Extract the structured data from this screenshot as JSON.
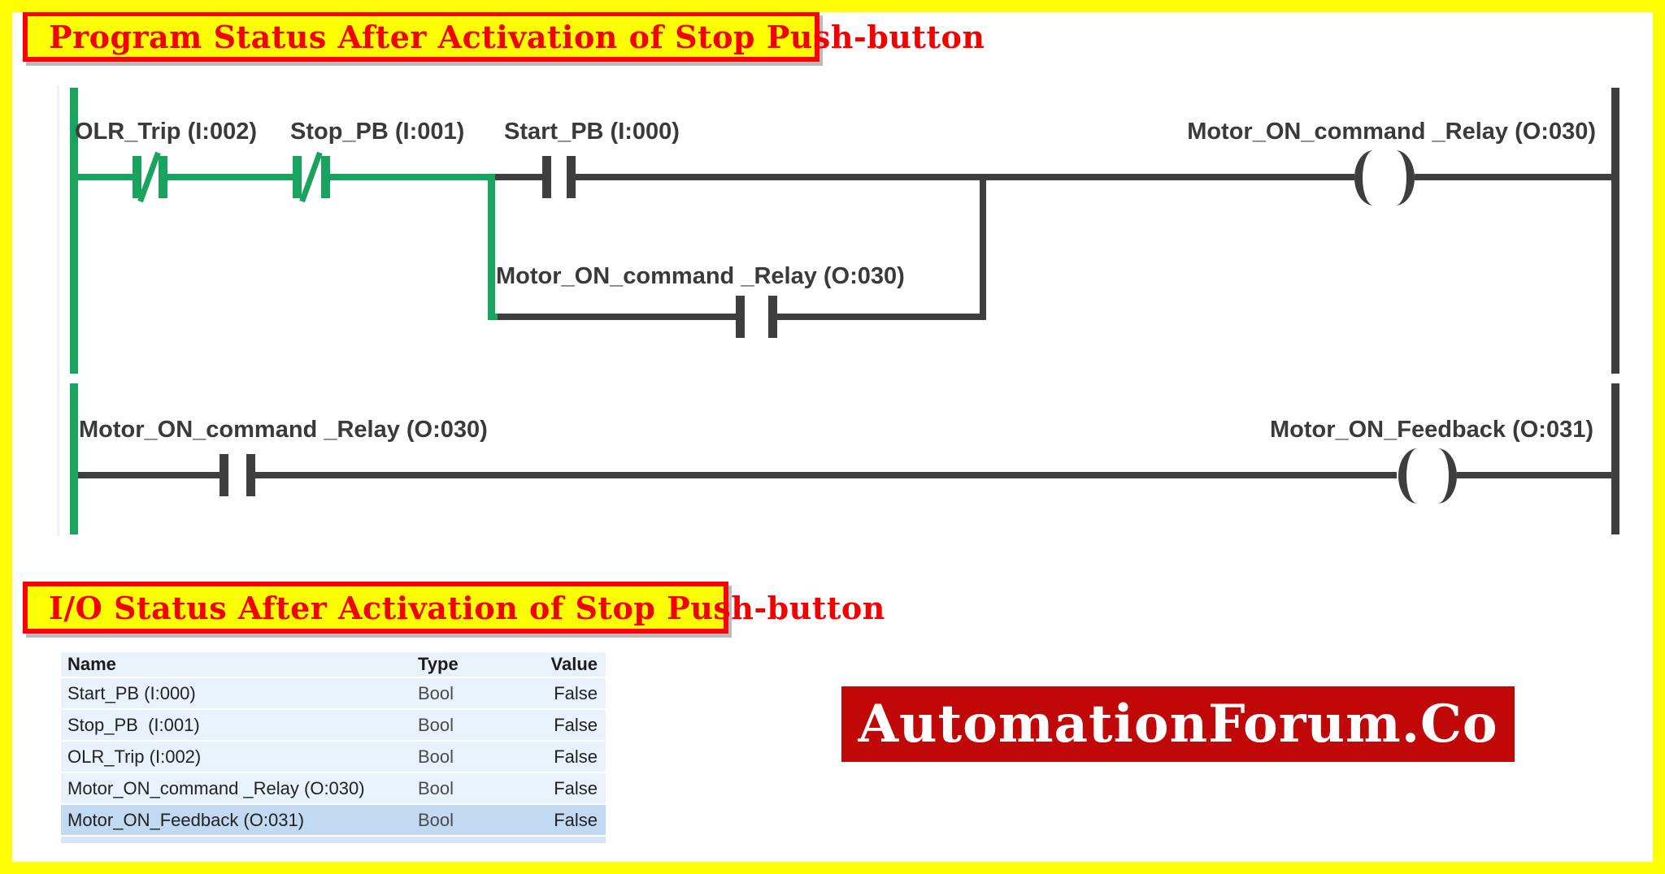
{
  "banners": {
    "program_status": "Program Status After Activation of Stop Push-button",
    "io_status": "I/O Status After Activation of Stop Push-button"
  },
  "ladder": {
    "colors": {
      "energized_wire": "#18a35e",
      "wire": "#3e3e3e"
    },
    "symbols": {
      "coil": "( )"
    },
    "rung1": {
      "contact1": {
        "label": "OLR_Trip (I:002)",
        "type": "NC",
        "state": "energized"
      },
      "contact2": {
        "label": "Stop_PB (I:001)",
        "type": "NC",
        "state": "energized"
      },
      "contact3": {
        "label": "Start_PB (I:000)",
        "type": "NO",
        "state": "de-energized"
      },
      "branch_contact": {
        "label": "Motor_ON_command _Relay (O:030)",
        "type": "NO",
        "state": "de-energized"
      },
      "coil": {
        "label": "Motor_ON_command _Relay (O:030)",
        "state": "de-energized"
      }
    },
    "rung2": {
      "contact": {
        "label": "Motor_ON_command _Relay (O:030)",
        "type": "NO",
        "state": "de-energized"
      },
      "coil": {
        "label": "Motor_ON_Feedback (O:031)",
        "state": "de-energized"
      }
    }
  },
  "io_table": {
    "headers": {
      "name": "Name",
      "type": "Type",
      "value": "Value"
    },
    "rows": [
      {
        "name": "Start_PB (I:000)",
        "type": "Bool",
        "value": "False"
      },
      {
        "name": "Stop_PB  (I:001)",
        "type": "Bool",
        "value": "False"
      },
      {
        "name": "OLR_Trip (I:002)",
        "type": "Bool",
        "value": "False"
      },
      {
        "name": "Motor_ON_command _Relay (O:030)",
        "type": "Bool",
        "value": "False"
      },
      {
        "name": "Motor_ON_Feedback (O:031)",
        "type": "Bool",
        "value": "False"
      }
    ]
  },
  "logo": {
    "text": "AutomationForum.Co",
    "background": "#c10808",
    "text_color": "#ffffff"
  }
}
